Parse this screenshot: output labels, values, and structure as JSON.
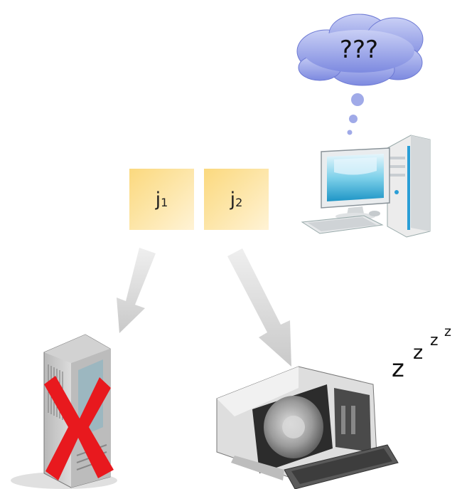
{
  "thought_cloud": {
    "text": "???"
  },
  "jobs": [
    {
      "label": "j",
      "subscript": "1"
    },
    {
      "label": "j",
      "subscript": "2"
    }
  ],
  "sleep": {
    "letters": [
      "z",
      "z",
      "z",
      "z"
    ]
  },
  "colors": {
    "cloud_fill": "#8f9be8",
    "job_fill": "#fbd97e",
    "arrow": "#d6d6d6",
    "failure_cross": "#e8191e"
  },
  "icons": {
    "client": "desktop-computer-icon",
    "failed_server": "server-tower-icon",
    "sleeping_machine": "vintage-terminal-icon",
    "failure_mark": "red-x-icon"
  }
}
